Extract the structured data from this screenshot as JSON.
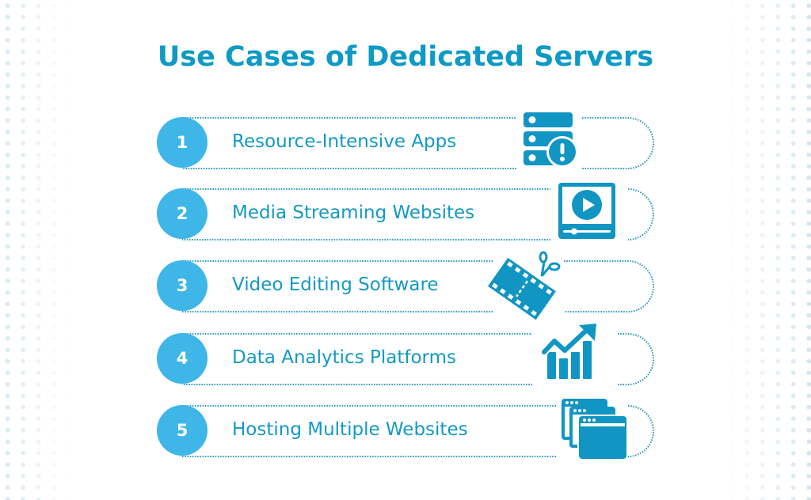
{
  "title": "Use Cases of Dedicated Servers",
  "colors": {
    "title": "#0e9ac4",
    "circle": "#3fb6e8",
    "label": "#1499c3",
    "icon": "#1195c3",
    "dotted_border": "#2a9cc4",
    "background_dots": "#cfe6f0"
  },
  "items": [
    {
      "number": "1",
      "label": "Resource-Intensive Apps",
      "icon": "server-alert-icon"
    },
    {
      "number": "2",
      "label": "Media Streaming Websites",
      "icon": "video-player-icon"
    },
    {
      "number": "3",
      "label": "Video Editing Software",
      "icon": "film-scissors-icon"
    },
    {
      "number": "4",
      "label": "Data Analytics Platforms",
      "icon": "growth-chart-icon"
    },
    {
      "number": "5",
      "label": "Hosting Multiple Websites",
      "icon": "browser-windows-icon"
    }
  ]
}
